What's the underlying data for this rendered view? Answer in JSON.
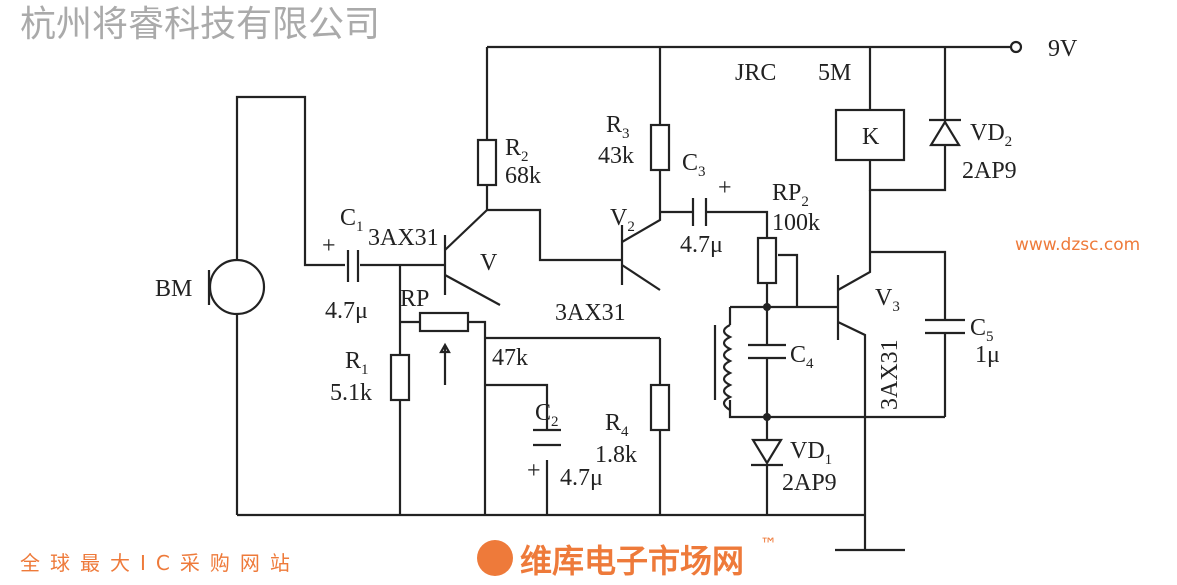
{
  "supply": {
    "voltage": "9V"
  },
  "relay": {
    "model": "JRC",
    "spec": "5M",
    "coil": "K"
  },
  "components": {
    "BM": "BM",
    "C1": {
      "name": "C",
      "sub": "1",
      "value": "4.7μ",
      "pol": "+"
    },
    "R1": {
      "name": "R",
      "sub": "1",
      "value": "5.1k"
    },
    "R2": {
      "name": "R",
      "sub": "2",
      "value": "68k"
    },
    "R3": {
      "name": "R",
      "sub": "3",
      "value": "43k"
    },
    "R4": {
      "name": "R",
      "sub": "4",
      "value": "1.8k"
    },
    "RP1": {
      "name": "RP",
      "value": "47k"
    },
    "C2": {
      "name": "C",
      "sub": "2",
      "value": "4.7μ",
      "pol": "+"
    },
    "C3": {
      "name": "C",
      "sub": "3",
      "value": "4.7μ",
      "pol": "+"
    },
    "C4": {
      "name": "C",
      "sub": "4"
    },
    "C5": {
      "name": "C",
      "sub": "5",
      "value": "1μ"
    },
    "RP2": {
      "name": "RP",
      "sub": "2",
      "value": "100k"
    },
    "V1": {
      "name": "V",
      "type": "3AX31"
    },
    "V2": {
      "name": "V",
      "sub": "2",
      "type": "3AX31"
    },
    "V3": {
      "name": "V",
      "sub": "3",
      "type": "3AX31"
    },
    "VD1": {
      "name": "VD",
      "sub": "1",
      "type": "2AP9"
    },
    "VD2": {
      "name": "VD",
      "sub": "2",
      "type": "2AP9"
    }
  },
  "watermark": {
    "company": "杭州将睿科技有限公司",
    "brand": "维库电子市场网",
    "tm": "™",
    "url": "www.dzsc.com",
    "slogan": "全球最大IC采购网站"
  }
}
